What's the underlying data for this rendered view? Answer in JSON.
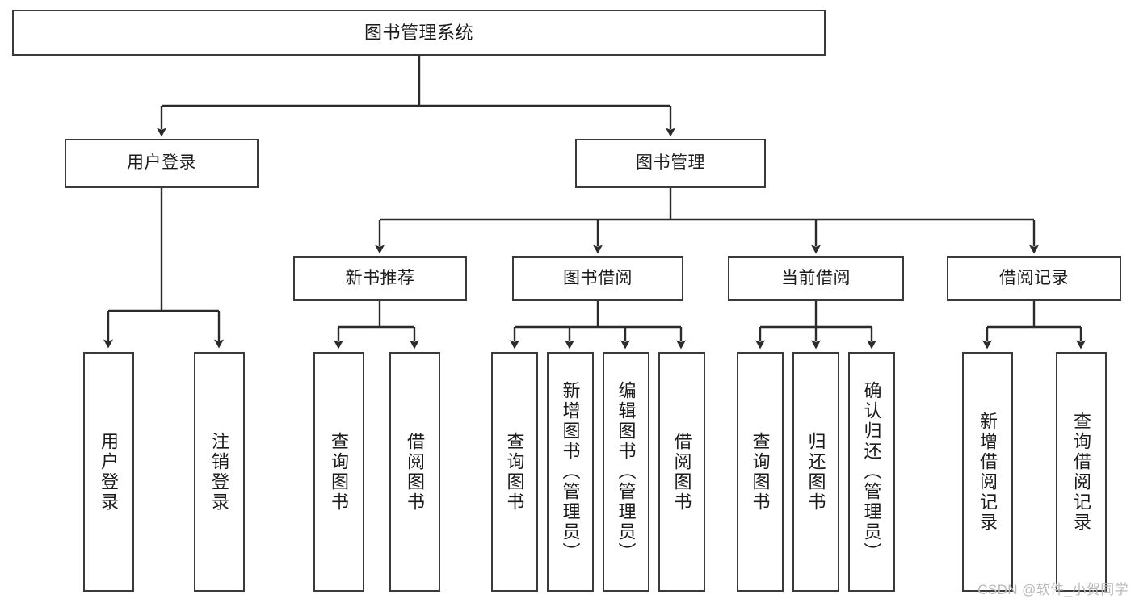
{
  "diagram": {
    "title": "图书管理系统",
    "type": "function-structure-tree",
    "watermark": "CSDN @软件_小贺同学",
    "colors": {
      "box_border": "#3a3a3a",
      "connector": "#2b2b2b",
      "background": "#ffffff",
      "text": "#1b1b1b",
      "watermark": "#b9b9b9"
    },
    "root": {
      "label": "图书管理系统"
    },
    "level2": [
      {
        "label": "用户登录"
      },
      {
        "label": "图书管理"
      }
    ],
    "level3": [
      {
        "label": "新书推荐"
      },
      {
        "label": "图书借阅"
      },
      {
        "label": "当前借阅"
      },
      {
        "label": "借阅记录"
      }
    ],
    "leaves": {
      "user_login": [
        {
          "label": "用户登录"
        },
        {
          "label": "注销登录"
        }
      ],
      "new_book_recommend": [
        {
          "label": "查询图书"
        },
        {
          "label": "借阅图书"
        }
      ],
      "book_borrow": [
        {
          "label": "查询图书"
        },
        {
          "label": "新增图书（管理员）"
        },
        {
          "label": "编辑图书（管理员）"
        },
        {
          "label": "借阅图书"
        }
      ],
      "current_borrow": [
        {
          "label": "查询图书"
        },
        {
          "label": "归还图书"
        },
        {
          "label": "确认归还（管理员）"
        }
      ],
      "borrow_record": [
        {
          "label": "新增借阅记录"
        },
        {
          "label": "查询借阅记录"
        }
      ]
    }
  }
}
